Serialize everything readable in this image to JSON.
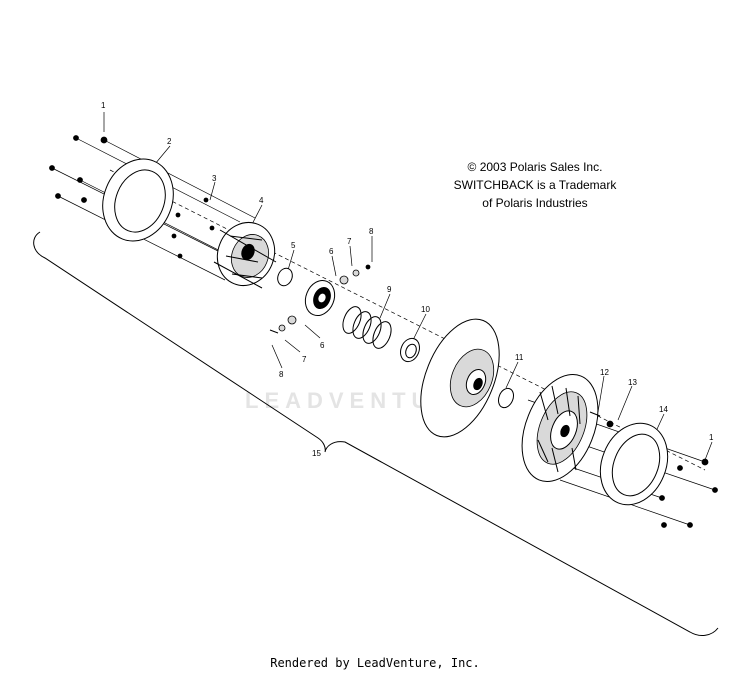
{
  "copyright": {
    "line1": "© 2003 Polaris Sales Inc.",
    "line2": "SWITCHBACK is a Trademark",
    "line3": "of Polaris Industries"
  },
  "watermark": "LEADVENTURE",
  "footer": "Rendered by LeadVenture, Inc.",
  "callouts": {
    "c1a": "1",
    "c2": "2",
    "c3": "3",
    "c4": "4",
    "c5": "5",
    "c6a": "6",
    "c7a": "7",
    "c8a": "8",
    "c9": "9",
    "c10": "10",
    "c6b": "6",
    "c7b": "7",
    "c8b": "8",
    "c11": "11",
    "c12": "12",
    "c13": "13",
    "c14": "14",
    "c1b": "1",
    "c15": "15"
  }
}
